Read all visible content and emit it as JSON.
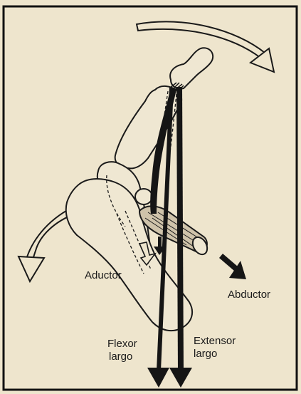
{
  "labels": {
    "adductor": "Aductor",
    "abductor": "Abductor",
    "flexor_line1": "Flexor",
    "flexor_line2": "largo",
    "extensor_line1": "Extensor",
    "extensor_line2": "largo"
  },
  "colors": {
    "paper": "#eee5cd",
    "ink": "#151515",
    "frame": "#111111"
  }
}
